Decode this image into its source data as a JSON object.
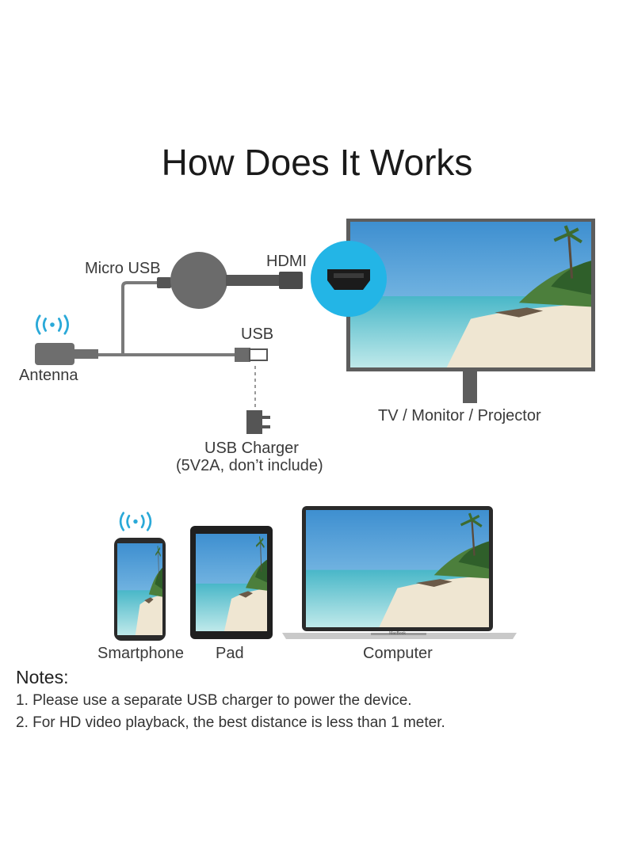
{
  "title": "How Does It Works",
  "labels": {
    "micro_usb": "Micro USB",
    "hdmi": "HDMI",
    "usb": "USB",
    "antenna": "Antenna",
    "tv": "TV / Monitor / Projector",
    "charger_line1": "USB Charger",
    "charger_line2": "(5V2A, don’t include)",
    "smartphone": "Smartphone",
    "pad": "Pad",
    "computer": "Computer",
    "laptop_brand": "MacBook"
  },
  "notes": {
    "heading": "Notes:",
    "items": [
      "1. Please use a separate USB charger to power the device.",
      "2. For HD video playback, the best distance is less than 1 meter."
    ]
  },
  "colors": {
    "wifi": "#2aa9d8",
    "hdmi_circle": "#23b5e6",
    "device_gray": "#6b6b6b",
    "cable_gray": "#7a7a7a",
    "bezel": "#2a2a2a"
  }
}
